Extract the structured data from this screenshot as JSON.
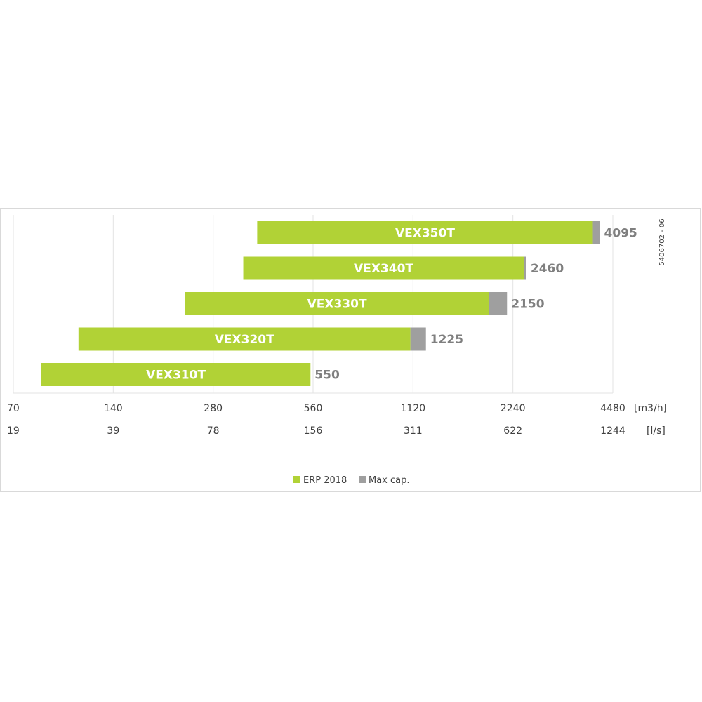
{
  "chart_data": {
    "type": "bar",
    "orientation": "horizontal",
    "scale": "log2",
    "x_axis_primary": {
      "unit": "[m3/h]",
      "ticks": [
        70,
        140,
        280,
        560,
        1120,
        2240,
        4480
      ]
    },
    "x_axis_secondary": {
      "unit": "[l/s]",
      "ticks": [
        19,
        39,
        78,
        156,
        311,
        622,
        1244
      ]
    },
    "xlim": [
      70,
      4480
    ],
    "categories": [
      "VEX350T",
      "VEX340T",
      "VEX330T",
      "VEX320T",
      "VEX310T"
    ],
    "series": [
      {
        "name": "ERP 2018",
        "color": "#b1d236",
        "ranges": [
          [
            380,
            3900
          ],
          [
            345,
            2420
          ],
          [
            230,
            1900
          ],
          [
            110,
            1100
          ],
          [
            85,
            550
          ]
        ]
      },
      {
        "name": "Max cap.",
        "color": "#9f9f9f",
        "ranges": [
          [
            3900,
            4095
          ],
          [
            2420,
            2460
          ],
          [
            1900,
            2150
          ],
          [
            1100,
            1225
          ],
          [
            550,
            550
          ]
        ]
      }
    ],
    "end_labels": [
      "4095",
      "2460",
      "2150",
      "1225",
      "550"
    ],
    "grid": true,
    "legend_position": "bottom-center"
  },
  "annotation": "5406702 - 06"
}
